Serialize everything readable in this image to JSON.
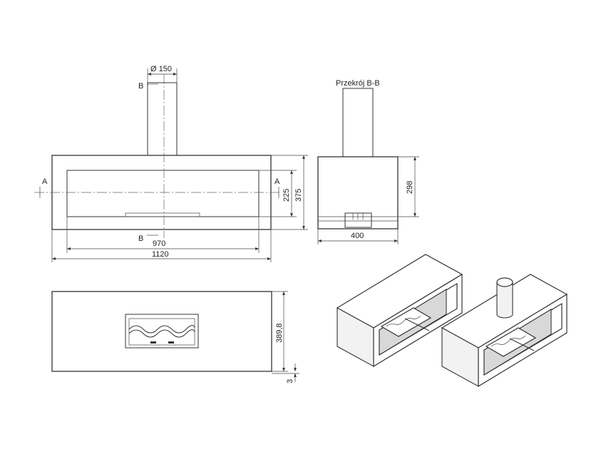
{
  "front_view": {
    "dimensions": {
      "diameter": "Ø 150",
      "inner_width": "970",
      "outer_width": "1120",
      "inner_height": "225",
      "outer_height": "375"
    },
    "section_marks": {
      "b_top": "B",
      "b_bottom": "B",
      "a_left": "A",
      "a_right": "A"
    }
  },
  "section_view": {
    "title": "Przekrój B-B",
    "dimensions": {
      "height": "298",
      "width": "400"
    }
  },
  "top_view": {
    "dimensions": {
      "depth": "389,8",
      "thickness": "3"
    }
  }
}
